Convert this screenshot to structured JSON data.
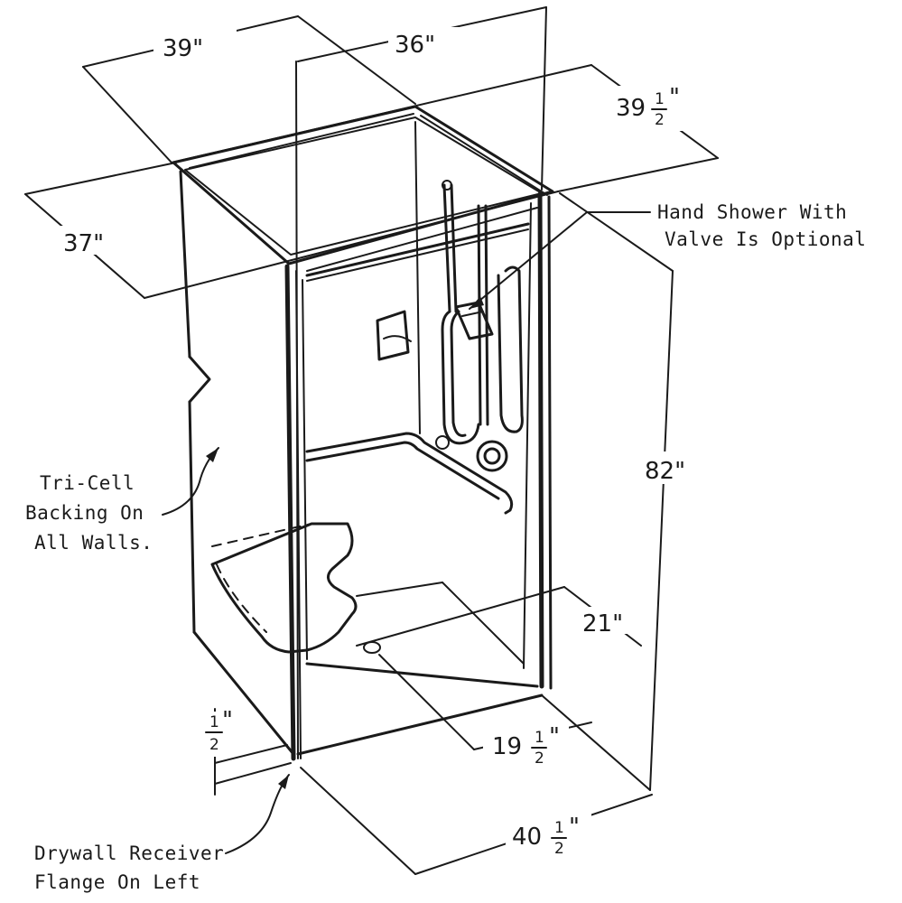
{
  "dimensions": {
    "width_back": "39\"",
    "width_inner": "36\"",
    "depth_top": "39",
    "depth_left": "37\"",
    "height": "82\"",
    "seat_depth": "21\"",
    "drain_offset": "19",
    "front_width": "40",
    "flange": "\"",
    "half_top": "1",
    "half_bottom": "2",
    "inch_mark": "\""
  },
  "notes": {
    "hand_shower_line1": "Hand Shower With",
    "hand_shower_line2": "Valve Is Optional",
    "tricell_line1": "Tri-Cell",
    "tricell_line2": "Backing On",
    "tricell_line3": "All Walls.",
    "drywall_line1": "Drywall Receiver",
    "drywall_line2": "Flange On Left"
  }
}
